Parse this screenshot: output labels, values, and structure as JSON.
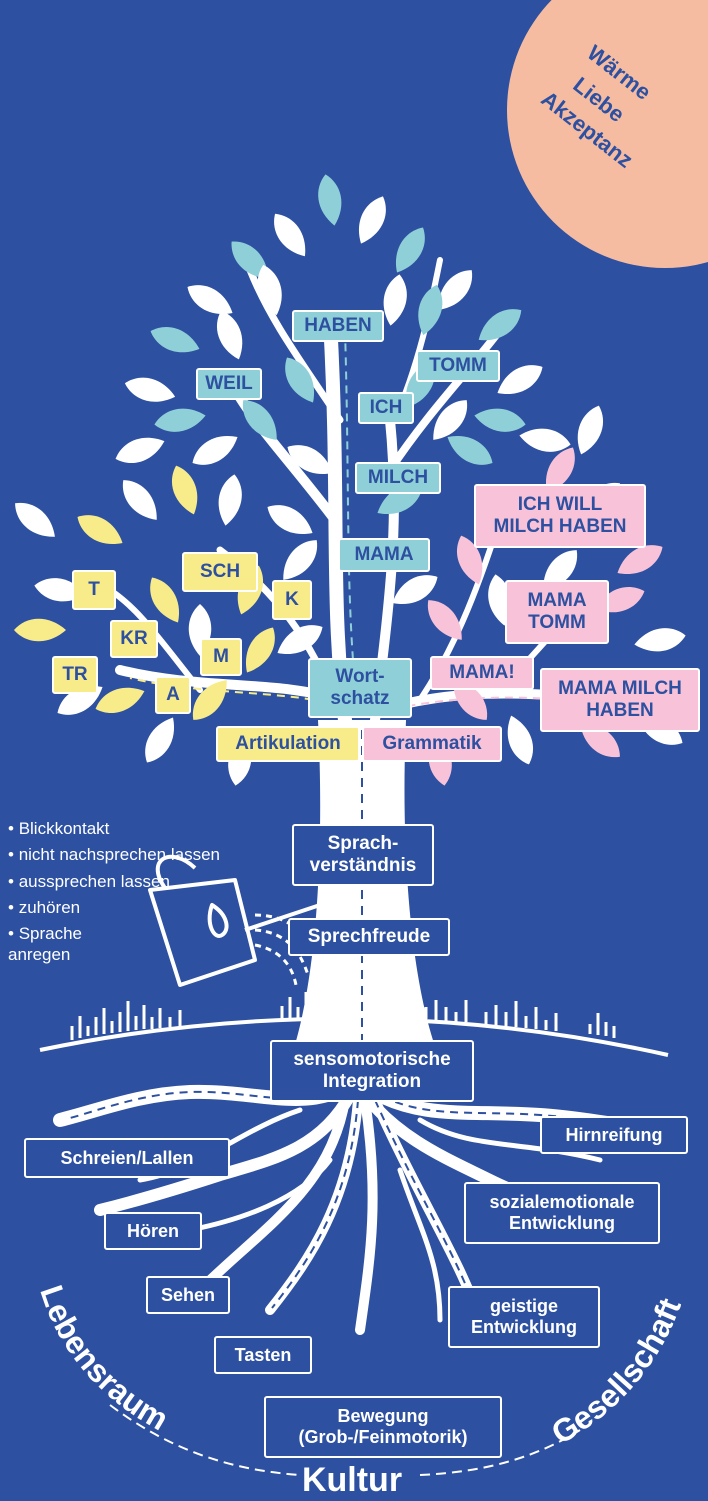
{
  "badge": {
    "lines": [
      "Wärme",
      "Liebe",
      "Akzeptanz"
    ],
    "color": "#f6bca2"
  },
  "colors": {
    "background": "#2d50a0",
    "blue_leaf": "#8fd0d8",
    "yellow_leaf": "#f8eb8a",
    "pink_leaf": "#f8c3d8",
    "white": "#ffffff"
  },
  "crown": {
    "wortschatz_words": [
      "HABEN",
      "WEIL",
      "TOMM",
      "ICH",
      "MILCH",
      "MAMA"
    ],
    "wortschatz": "Wort-\nschatz",
    "articulation_sounds": [
      "T",
      "SCH",
      "K",
      "KR",
      "M",
      "TR",
      "A"
    ],
    "artikulation": "Artikulation",
    "grammar_phrases": [
      "ICH WILL\nMILCH HABEN",
      "MAMA\nTOMM",
      "MAMA!",
      "MAMA MILCH\nHABEN"
    ],
    "grammatik": "Grammatik"
  },
  "trunk": {
    "sprachverstaendnis": "Sprach-\nverständnis",
    "sprechfreude": "Sprechfreude",
    "sensomotorik": "sensomotorische\nIntegration"
  },
  "care_tips": [
    "Blickkontakt",
    "nicht nachsprechen lassen",
    "aussprechen lassen",
    "zuhören",
    "Sprache\nanregen"
  ],
  "roots": {
    "schreien": "Schreien/Lallen",
    "hirnreifung": "Hirnreifung",
    "hoeren": "Hören",
    "sozial": "sozialemotionale\nEntwicklung",
    "sehen": "Sehen",
    "geistig": "geistige\nEntwicklung",
    "tasten": "Tasten",
    "bewegung": "Bewegung\n(Grob-/Feinmotorik)"
  },
  "context": {
    "left": "Lebensraum",
    "bottom": "Kultur",
    "right": "Gesellschaft"
  }
}
